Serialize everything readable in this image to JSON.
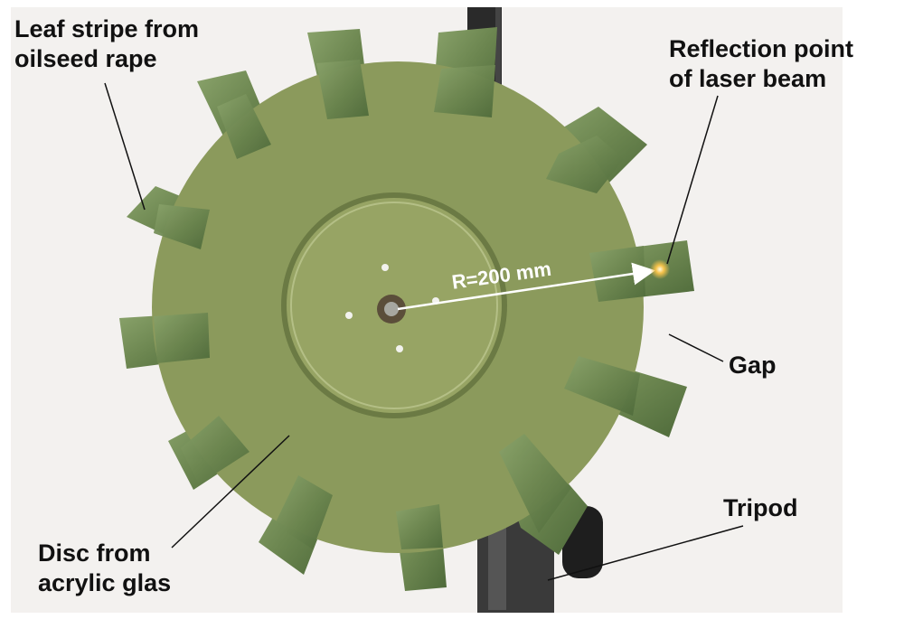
{
  "labels": {
    "leaf_stripe": {
      "line1": "Leaf stripe from",
      "line2": "oilseed rape"
    },
    "reflection": {
      "line1": "Reflection point",
      "line2": "of laser beam"
    },
    "gap": "Gap",
    "tripod": "Tripod",
    "disc": {
      "line1": "Disc from",
      "line2": "acrylic glas"
    },
    "radius": "R=200 mm"
  },
  "colors": {
    "background": "#f6f4f2",
    "disc": "#8b9a5c",
    "leaf": "#6f8a52",
    "tripod": "#2b2b2b",
    "annotation_line": "#111111",
    "radius_arrow": "#ffffff"
  }
}
